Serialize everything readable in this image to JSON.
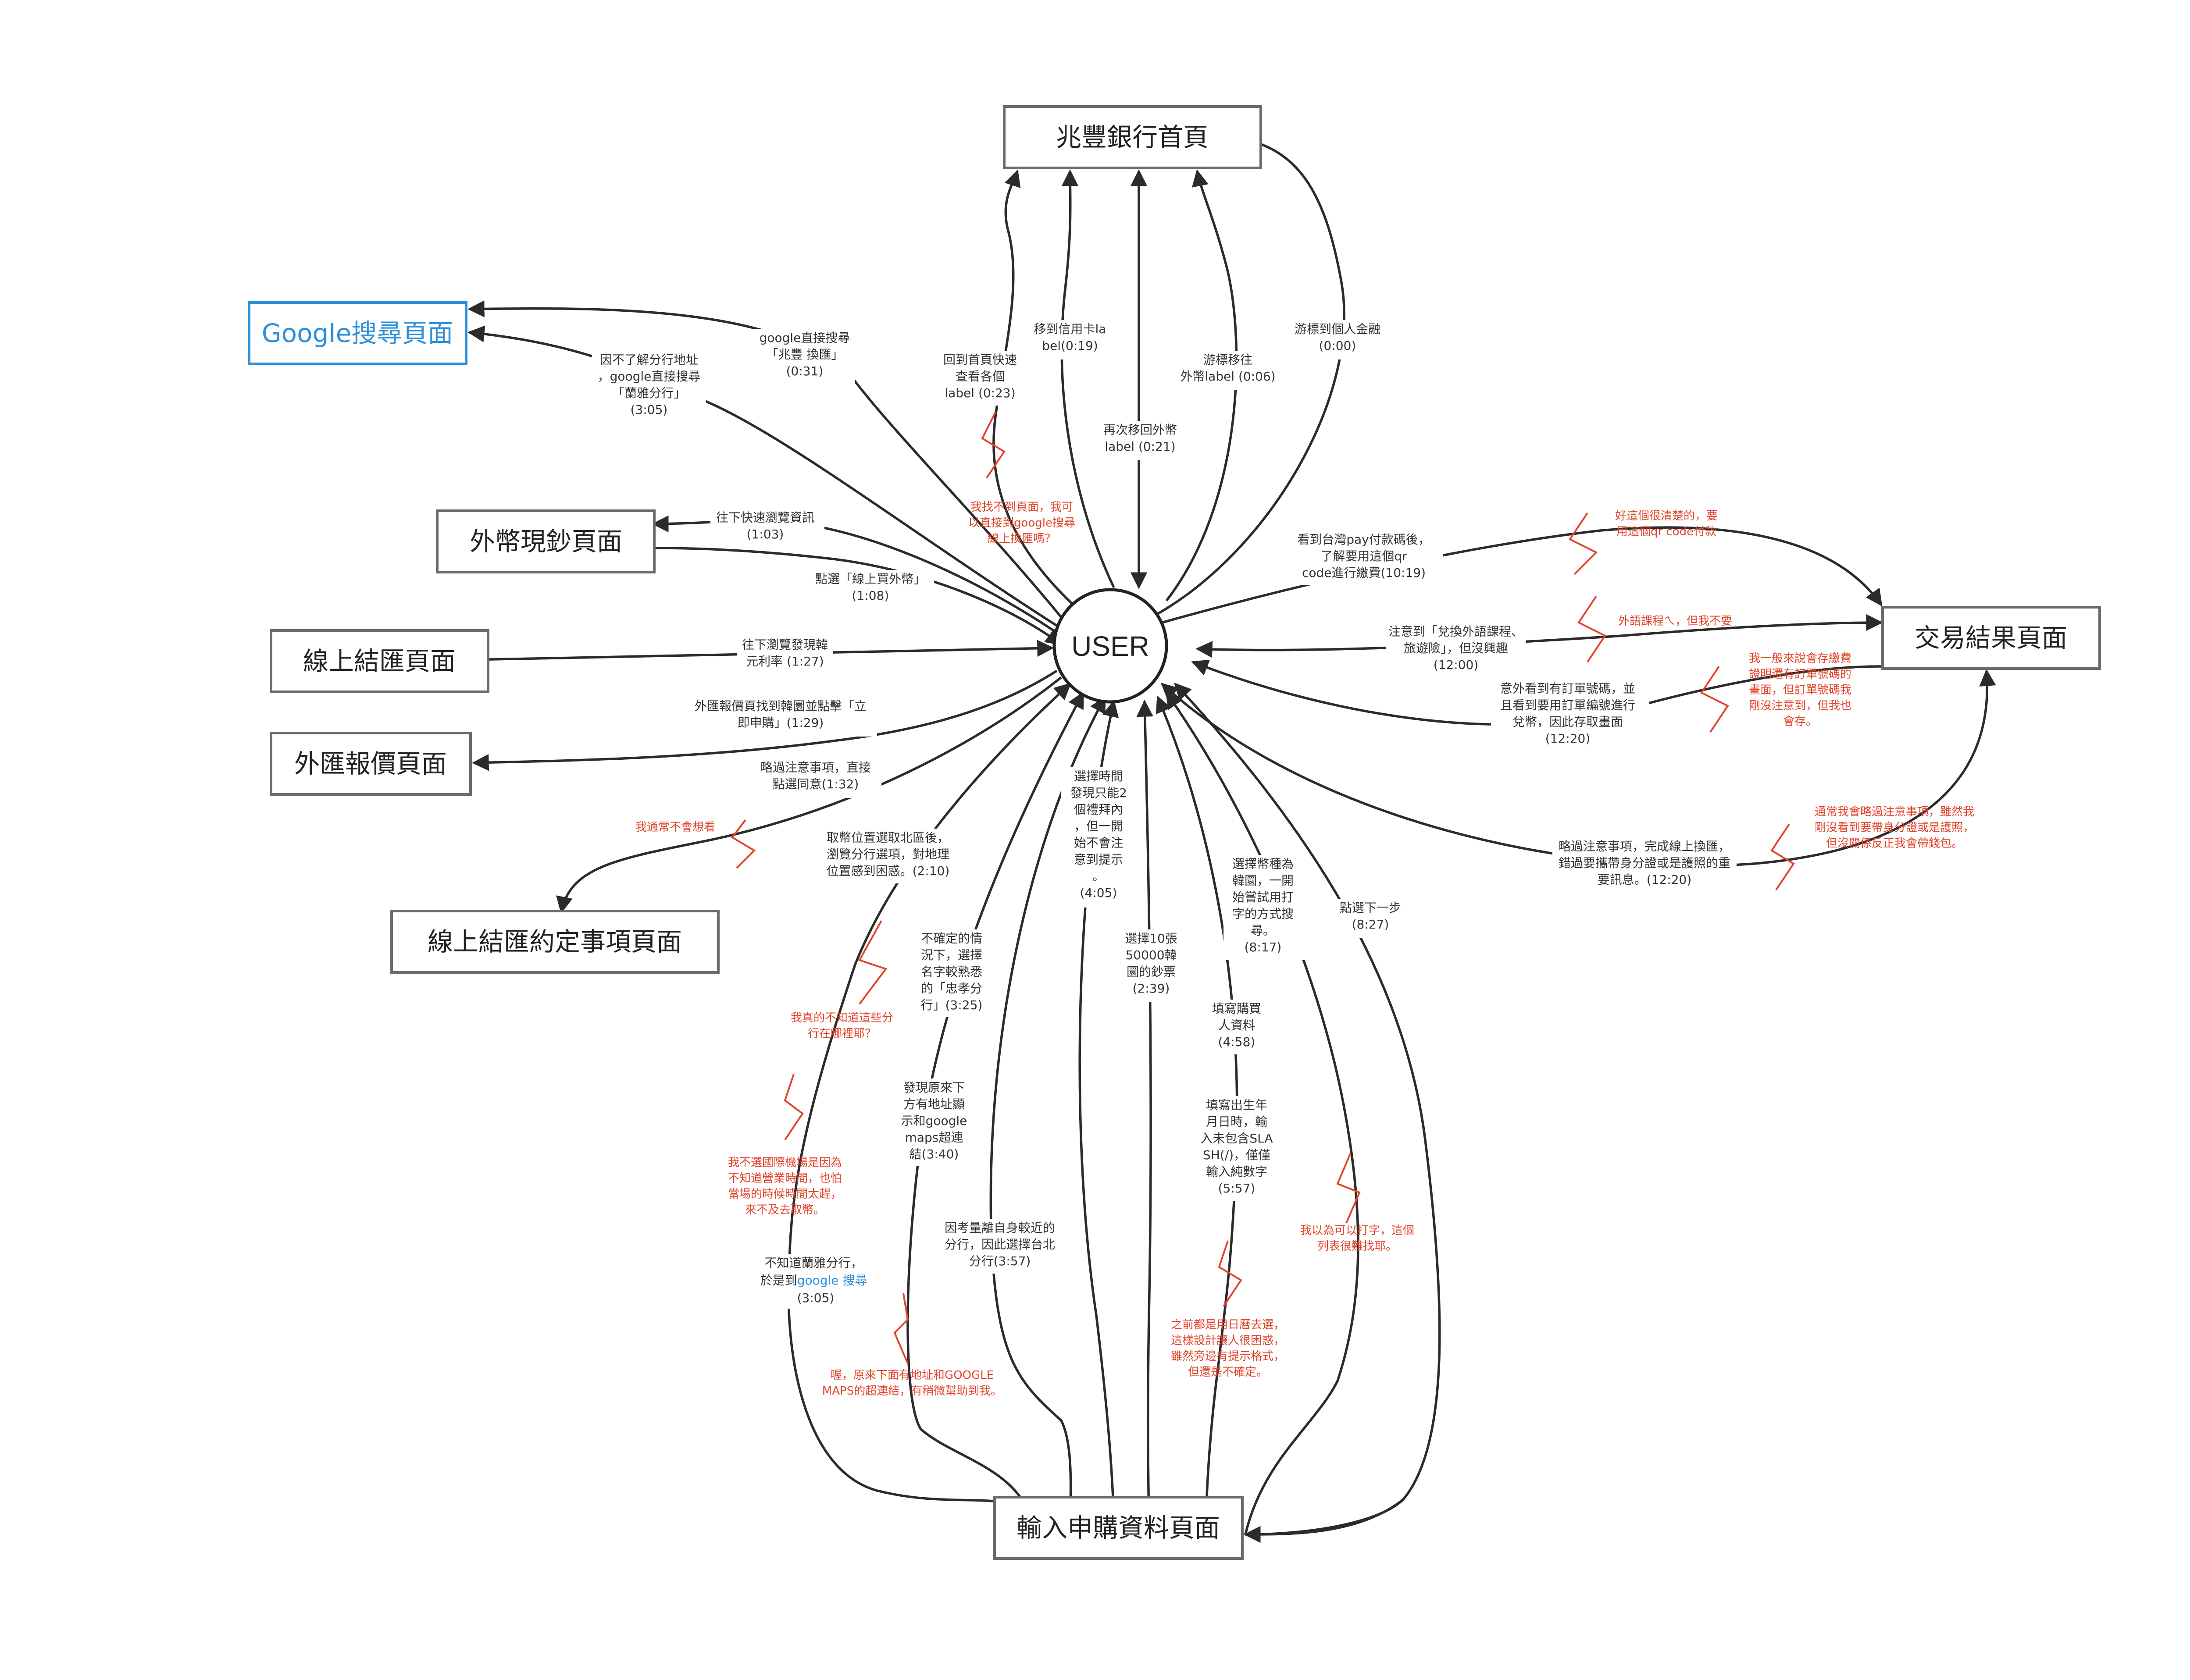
{
  "diagram": {
    "center": {
      "label": "USER"
    },
    "nodes": {
      "bank_home": "兆豐銀行首頁",
      "google": "Google搜尋頁面",
      "fx_cash": "外幣現鈔頁面",
      "online_fx": "線上結匯頁面",
      "fx_quote": "外匯報價頁面",
      "agreement": "線上結匯約定事項頁面",
      "result": "交易結果頁面",
      "input": "輸入申購資料頁面"
    },
    "edge_labels": {
      "e_0000": [
        "游標到個人金融",
        "(0:00)"
      ],
      "e_0006": [
        "游標移往",
        "外幣label (0:06)"
      ],
      "e_0019": [
        "移到信用卡la",
        "bel(0:19)"
      ],
      "e_0021": [
        "再次移回外幣",
        "label (0:21)"
      ],
      "e_0023": [
        "回到首頁快速",
        "查看各個",
        "label (0:23)"
      ],
      "e_0031": [
        "google直接搜尋",
        "「兆豐 換匯」",
        "(0:31)"
      ],
      "e_0305a": [
        "因不了解分行地址",
        "，google直接搜尋",
        "「蘭雅分行」",
        "(3:05)"
      ],
      "e_0103": [
        "往下快速瀏覽資訊",
        "(1:03)"
      ],
      "e_0108": [
        "點選「線上買外幣」",
        "(1:08)"
      ],
      "e_0127": [
        "往下瀏覽發現韓",
        "元利率 (1:27)"
      ],
      "e_0129": [
        "外匯報價頁找到韓圜並點擊「立",
        "即申購」(1:29)"
      ],
      "e_0132": [
        "略過注意事項，直接",
        "點選同意(1:32)"
      ],
      "e_0210": [
        "取幣位置選取北區後，",
        "瀏覽分行選項，對地理",
        "位置感到困惑。(2:10)"
      ],
      "e_0325": [
        "不確定的情",
        "況下，選擇",
        "名字較熟悉",
        "的「忠孝分",
        "行」(3:25)"
      ],
      "e_0340": [
        "發現原來下",
        "方有地址顯",
        "示和google",
        "maps超連",
        "結(3:40)"
      ],
      "e_0305b_1": "不知道蘭雅分行，",
      "e_0305b_2": "於是到",
      "e_0305b_3": "google 搜尋",
      "e_0305b_4": "(3:05)",
      "e_0357": [
        "因考量離自身較近的",
        "分行，因此選擇台北",
        "分行(3:57)"
      ],
      "e_0405": [
        "選擇時間",
        "發現只能2",
        "個禮拜內",
        "，但一開",
        "始不會注",
        "意到提示",
        "。",
        "(4:05)"
      ],
      "e_0239": [
        "選擇10張",
        "50000韓",
        "圜的鈔票",
        "(2:39)"
      ],
      "e_0458": [
        "填寫購買",
        "人資料",
        "(4:58)"
      ],
      "e_0557": [
        "填寫出生年",
        "月日時，輸",
        "入未包含SLA",
        "SH(/)，僅僅",
        "輸入純數字",
        "(5:57)"
      ],
      "e_0817": [
        "選擇幣種為",
        "韓圜，一開",
        "始嘗試用打",
        "字的方式搜",
        "尋。",
        "(8:17)"
      ],
      "e_0827": [
        "點選下一步",
        "(8:27)"
      ],
      "e_1019": [
        "看到台灣pay付款碼後，",
        "了解要用這個qr",
        "code進行繳費(10:19)"
      ],
      "e_1200": [
        "注意到「兌換外語課程、",
        "旅遊險」，但沒興趣",
        "(12:00)"
      ],
      "e_1220a": [
        "意外看到有訂單號碼，並",
        "且看到要用訂單編號進行",
        "兌幣，因此存取畫面",
        "(12:20)"
      ],
      "e_1220b": [
        "略過注意事項，完成線上換匯，",
        "錯過要攜帶身分證或是護照的重",
        "要訊息。(12:20)"
      ]
    },
    "pain_points": {
      "p_google": [
        "我找不到頁面，我可",
        "以直接到google搜尋",
        "線上換匯嗎？"
      ],
      "p_agree": [
        "我通常不會想看"
      ],
      "p_branch": [
        "我真的不知道這些分",
        "行在哪裡耶？"
      ],
      "p_airport": [
        "我不選國際機場是因為",
        "不知道營業時間，也怕",
        "當場的時候時間太趕，",
        "來不及去取幣。"
      ],
      "p_maps": [
        "喔，原來下面有地址和GOOGLE",
        "MAPS的超連結，有稍微幫助到我。"
      ],
      "p_date": [
        "之前都是用日曆去選，",
        "這樣設計讓人很困惑，",
        "雖然旁邊有提示格式，",
        "但還是不確定。"
      ],
      "p_type": [
        "我以為可以打字，這個",
        "列表很難找耶。"
      ],
      "p_qr": [
        "好這個很清楚的，要",
        "用這個qr code付款"
      ],
      "p_course": [
        "外語課程ㄟ，但我不要"
      ],
      "p_order": [
        "我一般來說會存繳費",
        "證明還有訂單號碼的",
        "畫面，但訂單號碼我",
        "剛沒注意到，但我也",
        "會存。"
      ],
      "p_id": [
        "通常我會略過注意事項，雖然我",
        "剛沒看到要帶身分證或是護照，",
        "但沒關係反正我會帶錢包。"
      ]
    }
  }
}
